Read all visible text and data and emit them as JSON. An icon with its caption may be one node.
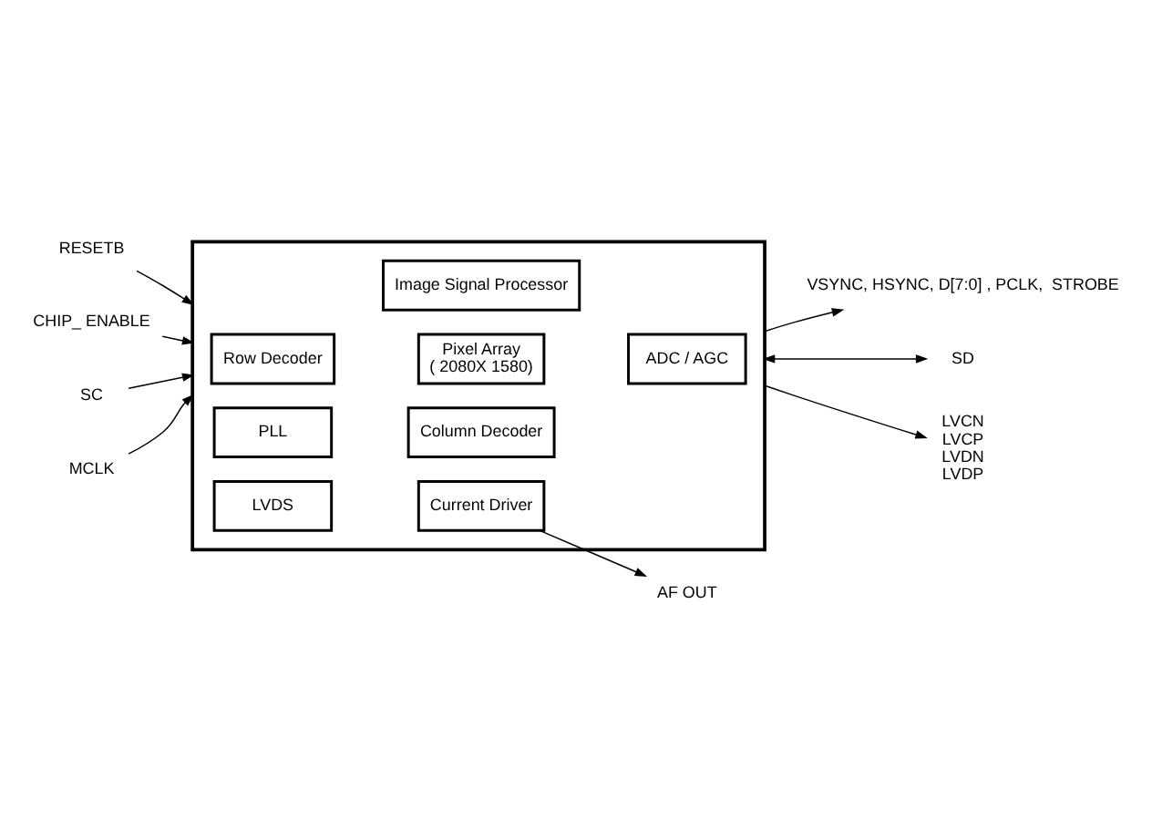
{
  "diagram": {
    "nodes": [
      {
        "text": [],
        "shape": "box"
      },
      {
        "text": [
          "Image Signal Processor"
        ],
        "in": 0
      },
      {
        "text": [
          "Row Decoder"
        ],
        "in": 0
      },
      {
        "text": [
          "Pixel Array",
          "( 2080X 1580)"
        ],
        "in": 0
      },
      {
        "text": [
          "ADC / AGC"
        ],
        "in": 0
      },
      {
        "text": [
          "PLL"
        ],
        "in": 0
      },
      {
        "text": [
          "Column Decoder"
        ],
        "in": 0
      },
      {
        "text": [
          "LVDS"
        ],
        "in": 0
      },
      {
        "text": [
          "Current Driver"
        ],
        "in": 0
      },
      {
        "text": [
          "VSYNC, HSYNC, D[7:0] , PCLK,  STROBE"
        ]
      },
      {
        "text": [
          "RESETB"
        ]
      },
      {
        "text": [
          "CHIP_ ENABLE"
        ]
      },
      {
        "text": [
          "SD"
        ]
      },
      {
        "text": [
          "SC"
        ]
      },
      {
        "text": [
          "MCLK"
        ]
      },
      {
        "text": [
          "LVCN",
          "LVCP",
          "LVDN",
          "LVDP"
        ]
      },
      {
        "text": [
          "AF OUT"
        ]
      }
    ],
    "edges": [
      {
        "from": 0,
        "to": 9,
        "arrow": "to"
      },
      {
        "from": 10,
        "to": 0,
        "arrow": "to"
      },
      {
        "from": 11,
        "to": 0,
        "arrow": "to"
      },
      {
        "from": 0,
        "to": 12,
        "arrow": "both"
      },
      {
        "from": 13,
        "to": 0,
        "arrow": "to"
      },
      {
        "from": 14,
        "to": 0,
        "arrow": "to"
      },
      {
        "from": 0,
        "to": 15,
        "arrow": "to"
      },
      {
        "from": 8,
        "to": 16,
        "arrow": "to"
      }
    ]
  }
}
